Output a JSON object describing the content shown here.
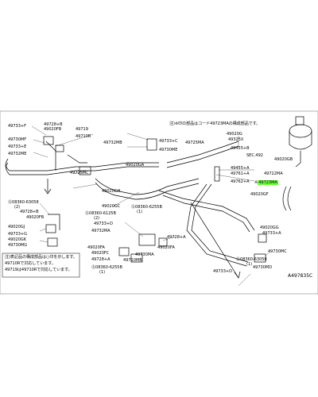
{
  "colors": {
    "line": "#000000",
    "highlight": "#66ff33",
    "background": "#ffffff"
  },
  "notes": {
    "top_right_line1": "注)※印の部品はコード49723MAの構成部品です。",
    "box_left_line1": "注)表記品の構成部品は○印を示します。",
    "box_left_line2": "49710Rで対応しています。",
    "box_left_line3": "49719は49710Rで対応しています。"
  },
  "labels": {
    "l49733F": "49733+F",
    "l49728B": "49728+B",
    "l49020FB_a": "49020FB",
    "l49730MF": "49730MF",
    "l49719": "49719",
    "l49710R": "49710R",
    "l49732MB": "49732MB",
    "l49733C": "49733+C",
    "l49725MA": "49725MA",
    "l49730ME": "49730ME",
    "l49020G_a": "49020G",
    "l49325X": "49325X",
    "l49455B": "49455+B",
    "lSEC492": "SEC.492",
    "l49732ME": "49732ME",
    "l49733E": "49733+E",
    "l49020GA": "49020GA",
    "l49725MC": "49725MC",
    "l49020GH": "49020GH",
    "l49020GB": "49020GB",
    "l49455A": "49455+A",
    "l49761A": "49761+A",
    "l49722MA": "49722MA",
    "l49762A": "49762+A",
    "l49723MA": "49723MA",
    "l49020GF": "49020GF",
    "l08360_63058_a": "08360-63058",
    "l08360_63058_a_qty": "(2)",
    "l49728B_b": "49728+B",
    "l49020FB_b": "49020FB",
    "l49020GJ": "49020GJ",
    "l49733G": "49733+G",
    "l49020GK": "49020GK",
    "l49730MG": "49730MG",
    "l49020GC": "49020GC",
    "l08360_6125B": "08360-6125B",
    "l08360_6125B_qty": "(2)",
    "l49733D_b": "49733+D",
    "l49732MA": "49732MA",
    "l08360_6255B_a": "08360-6255B",
    "l08360_6255B_a_qty": "(1)",
    "l49728A": "49728+A",
    "l49020FA_a": "49020FA",
    "l49020FA_b": "49020FA",
    "l49020FC": "49020FC",
    "l49728A_b": "49728+A",
    "l49730MA": "49730MA",
    "l49710MB": "49710MB",
    "l08360_6255B_b": "08360-6255B",
    "l08360_6255B_b_qty": "(1)",
    "l49020GG": "49020GG",
    "l49733A": "49733+A",
    "l49730MC": "49730MC",
    "l08360_63058_b": "08360-63058",
    "l08360_63058_b_qty": "(1)",
    "l49733D": "49733+D",
    "l49730MD": "49730MD",
    "figure_code": "A497835C"
  }
}
